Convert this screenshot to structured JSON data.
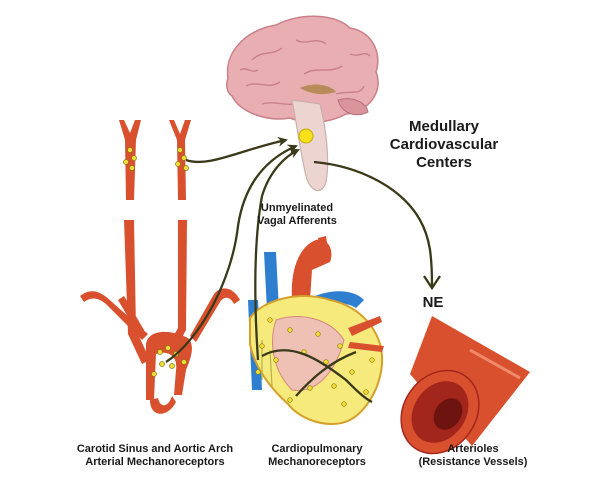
{
  "labels": {
    "medullary_line1": "Medullary",
    "medullary_line2": "Cardiovascular",
    "medullary_line3": "Centers",
    "vagal_line1": "Unmyelinated",
    "vagal_line2": "Vagal Afferents",
    "ne": "NE",
    "carotid_line1": "Carotid Sinus and Aortic Arch",
    "carotid_line2": "Arterial Mechanoreceptors",
    "cardio_line1": "Cardiopulmonary",
    "cardio_line2": "Mechanoreceptors",
    "arterioles_line1": "Arterioles",
    "arterioles_line2": "(Resistance Vessels)"
  },
  "colors": {
    "artery": "#d9502e",
    "brain": "#e9aeb2",
    "nerve": "#3a3a1a",
    "receptor": "#f2dc3a",
    "medulla_dot": "#f5e21a",
    "vein": "#2f7fd0",
    "heart": "#f6ea7c",
    "arteriole_inner": "#a3261c"
  }
}
